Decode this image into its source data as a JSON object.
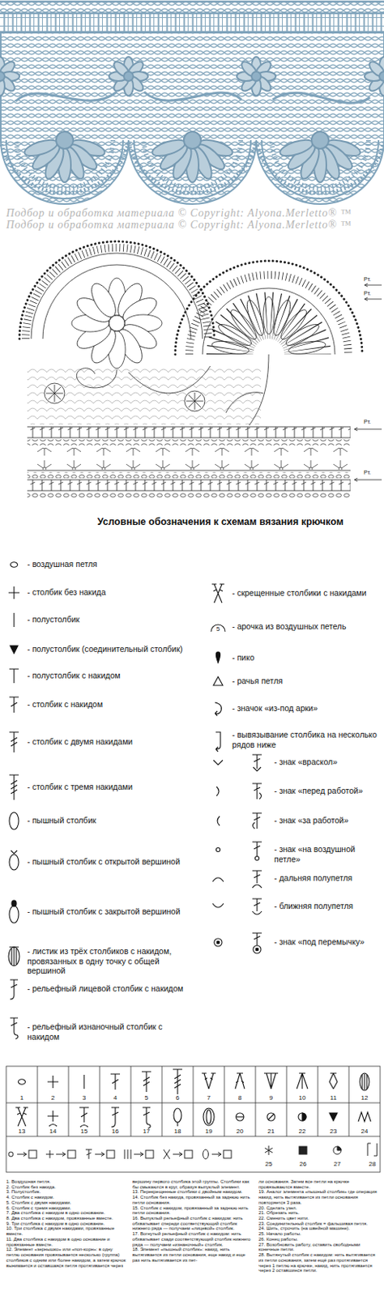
{
  "diagram": {
    "title": "Условные обозначения к схемам вязания крючком",
    "labels": [
      "Подбор и обработка материала © Copyright: Alyona.Merletto® ™",
      "Подбор и обработка материала © Copyright: Alyona.Merletto® ™",
      "Рт.",
      "Рт.",
      "Рт.",
      "Рт.",
      "5",
      "1",
      "2",
      "3",
      "4",
      "5",
      "6",
      "7",
      "8",
      "9",
      "10",
      "11",
      "12",
      "13",
      "14",
      "15",
      "16",
      "17",
      "18",
      "19",
      "20",
      "21",
      "22",
      "23",
      "24",
      "25",
      "26",
      "27",
      "28",
      "1. Воздушная петля.",
      "2. Столбик без накида.",
      "3. Полустолбик.",
      "4. Столбик с накидом.",
      "5. Столбик с двумя накидами.",
      "6. Столбик с тремя накидами.",
      "7. Два столбика с накидом в одно основание.",
      "8. Два столбика с накидом, провязанные вместе.",
      "9. Три столбика с накидом в одно основание.",
      "10. Три столбика с двумя накидами, провязанные вместе.",
      "11. Два столбика с накидом в одно основание и провязанные вместе.",
      "12. Элемент «зернышко» или «поп-корн»: в одну петлю основания провязывается несколько (группа) столбиков с одним или более накидом, а затем крючок вынимается и оставшаяся петля протягивается через",
      "вершину первого столбика этой группы. Столбики как бы смыкаются в круг, образуя выпуклый элемент.",
      "13. Перекрещенные столбики с двойным накидом.",
      "14. Столбик без накида, провязанный за заднюю нить петли основания.",
      "15. Столбик с накидом, провязанный за заднюю нить петли основания.",
      "16. Выпуклый рельефный столбик с накидом: нить обхватывает спереди соответствующий столбик нижнего ряда — получаем «лицевой» столбик.",
      "17. Вогнутый рельефный столбик с накидом: нить обхватывает сзади соответствующий столбик нижнего ряда — получаем «изнаночный» столбик.",
      "18. Элемент «пышный столбик»: накид, нить вытягивается из петли основания, еще накид и еще раз нить вытягивается из пет-",
      "ли основания. Затем все петли на крючке провязываются вместе.",
      "19. Аналог элемента «пышный столбик» где операция накид, нить вытягивается из петли основания повторяется 3 раза.",
      "20. Сделать узел.",
      "21. Обрезать нить.",
      "22. Сменить цвет нити.",
      "23. Соединительный столбик = фальшивая петля.",
      "24. Шить, строчить (на швейной машине).",
      "25. Начало работы.",
      "26. Конец работы.",
      "27. Возобновить работу, оставить свободными конечные петли.",
      "28. Вытянутый столбик с накидом: нить вытягивается из петли основания, затем ещё раз протягивается через 1 петлю на крючке, накид, нить протягивается через 2 оставшиеся петли."
    ],
    "legend": [
      {
        "text": "- воздушная петля"
      },
      {
        "text": "- столбик без накида"
      },
      {
        "text": "- полустолбик"
      },
      {
        "text": "- полустолбик (соединительный столбик)"
      },
      {
        "text": "- полустолбик с накидом"
      },
      {
        "text": "- столбик с накидом"
      },
      {
        "text": "- столбик с двумя накидами"
      },
      {
        "text": "- столбик с тремя накидами"
      },
      {
        "text": "- пышный столбик"
      },
      {
        "text": "- пышный столбик с открытой вершиной"
      },
      {
        "text": "- пышный столбик с закрытой вершиной"
      },
      {
        "text": "- листик из трёх столбиков с накидом, провязанных в одну точку с общей вершиной"
      },
      {
        "text": "- рельефный лицевой столбик с накидом"
      },
      {
        "text": "- рельефный изнаночный столбик с накидом"
      },
      {
        "text": "- скрещенные столбики с накидами"
      },
      {
        "text": "- арочка из воздушных петель"
      },
      {
        "text": "- пико"
      },
      {
        "text": "- рачья петля"
      },
      {
        "text": "- значок «из-под арки»"
      },
      {
        "text": "- вывязывание столбика на несколько рядов ниже"
      },
      {
        "text": "- знак «враскол»"
      },
      {
        "text": "- знак «перед работой»"
      },
      {
        "text": "- знак «за работой»"
      },
      {
        "text": "- знак «на воздушной петле»"
      },
      {
        "text": "- дальняя полупетля"
      },
      {
        "text": "- ближняя полупетля"
      },
      {
        "text": "- знак «под перемычку»"
      }
    ]
  }
}
